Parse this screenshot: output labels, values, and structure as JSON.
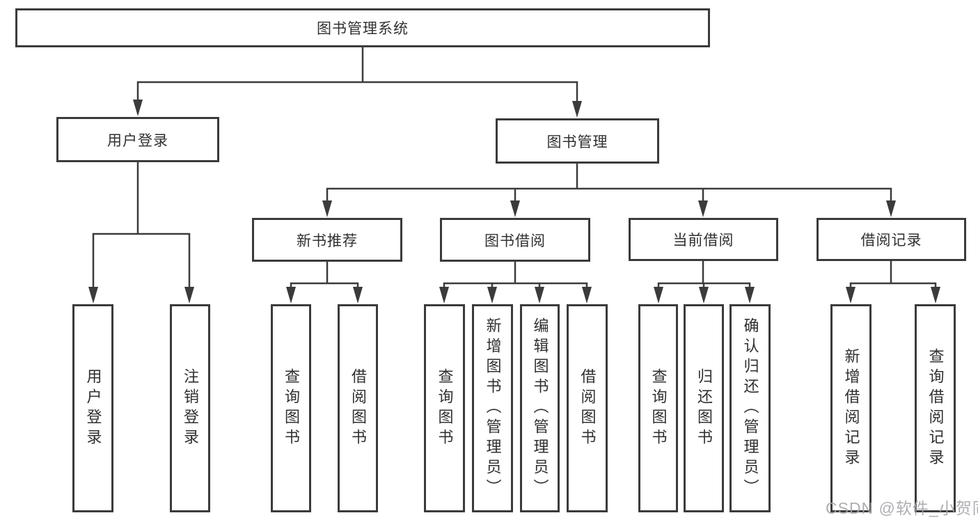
{
  "diagram": {
    "root_label": "图书管理系统",
    "level2": [
      {
        "label": "用户登录"
      },
      {
        "label": "图书管理"
      }
    ],
    "level3": [
      {
        "label": "新书推荐"
      },
      {
        "label": "图书借阅"
      },
      {
        "label": "当前借阅"
      },
      {
        "label": "借阅记录"
      }
    ],
    "leaves": [
      {
        "label": "用户登录"
      },
      {
        "label": "注销登录"
      },
      {
        "label": "查询图书"
      },
      {
        "label": "借阅图书"
      },
      {
        "label": "查询图书"
      },
      {
        "label": "新增图书（管理员）"
      },
      {
        "label": "编辑图书（管理员）"
      },
      {
        "label": "借阅图书"
      },
      {
        "label": "查询图书"
      },
      {
        "label": "归还图书"
      },
      {
        "label": "确认归还（管理员）"
      },
      {
        "label": "新增借阅记录"
      },
      {
        "label": "查询借阅记录"
      }
    ]
  },
  "watermark": "CSDN @软件_小贺同学",
  "colors": {
    "line": "#3b3b3b",
    "text": "#303030",
    "watermark": "#a6a6ab",
    "background": "#ffffff"
  }
}
